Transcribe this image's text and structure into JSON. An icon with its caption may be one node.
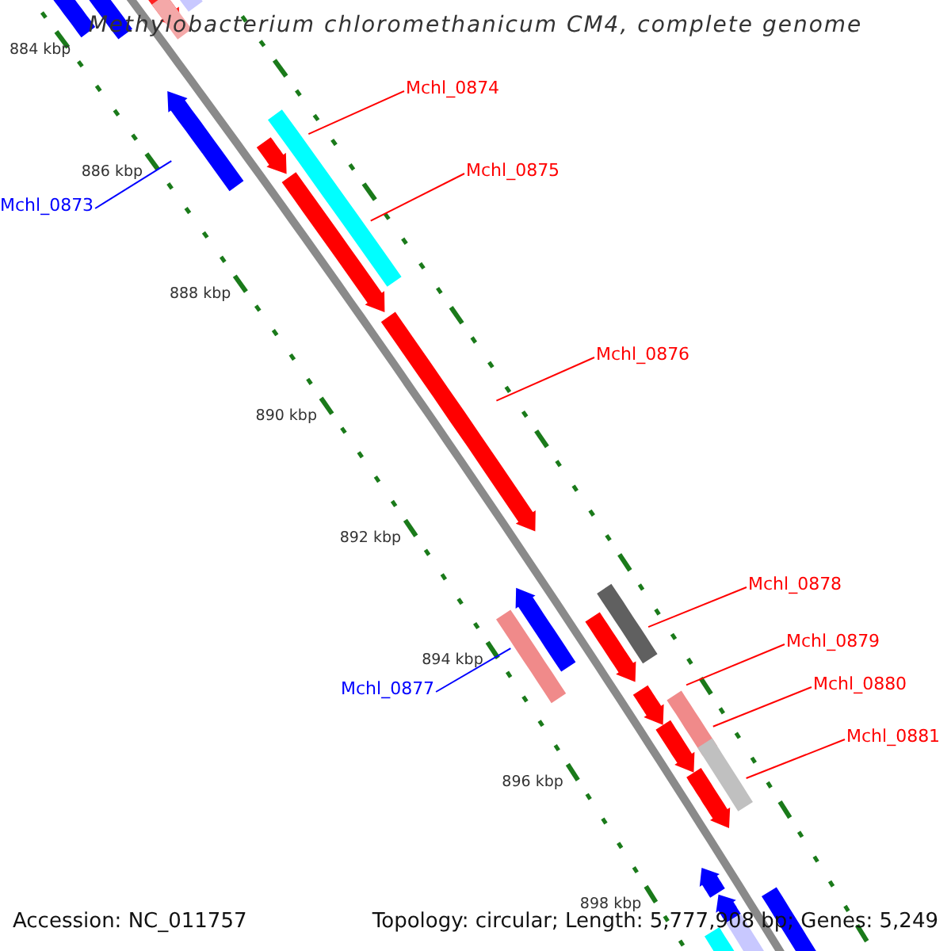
{
  "diagram": {
    "title": "Methylobacterium chloromethanicum CM4, complete genome",
    "nodes": [
      {
        "text": [
          "Mchl_0874"
        ]
      },
      {
        "text": [
          "Mchl_0875"
        ]
      },
      {
        "text": [
          "Mchl_0873"
        ]
      },
      {
        "text": [
          "Mchl_0876"
        ]
      },
      {
        "text": [
          "Mchl_0878"
        ]
      },
      {
        "text": [
          "Mchl_0879"
        ]
      },
      {
        "text": [
          "Mchl_0877"
        ]
      },
      {
        "text": [
          "Mchl_0880"
        ]
      },
      {
        "text": [
          "Mchl_0881"
        ]
      },
      {
        "text": [],
        "shape": "arrow"
      },
      {
        "text": [],
        "shape": "arrow"
      },
      {
        "text": [],
        "shape": "arrow"
      },
      {
        "text": [],
        "shape": "arrow"
      },
      {
        "text": [],
        "shape": "arrow"
      },
      {
        "text": [],
        "shape": "arrow"
      },
      {
        "text": [],
        "shape": "arrow"
      },
      {
        "text": [],
        "shape": "arrow"
      },
      {
        "text": [],
        "shape": "arrow"
      },
      {
        "text": [],
        "shape": "arrow"
      }
    ],
    "edges": [
      {
        "from": 0,
        "to": 10,
        "arrow": "none"
      },
      {
        "from": 1,
        "to": 11,
        "arrow": "none"
      },
      {
        "from": 2,
        "to": 9,
        "arrow": "none",
        "color": "#0000ff"
      },
      {
        "from": 3,
        "to": 12,
        "arrow": "none"
      },
      {
        "from": 4,
        "to": 14,
        "arrow": "none"
      },
      {
        "from": 5,
        "to": 15,
        "arrow": "none"
      },
      {
        "from": 6,
        "to": 13,
        "arrow": "none",
        "color": "#0000ff"
      },
      {
        "from": 7,
        "to": 16,
        "arrow": "none"
      },
      {
        "from": 8,
        "to": 17,
        "arrow": "none"
      }
    ],
    "labels": [
      "884 kbp",
      "886 kbp",
      "888 kbp",
      "890 kbp",
      "892 kbp",
      "894 kbp",
      "896 kbp",
      "898 kbp",
      "Accession: NC_011757",
      "Topology: circular; Length: 5,777,908 bp; Genes: 5,249"
    ]
  }
}
